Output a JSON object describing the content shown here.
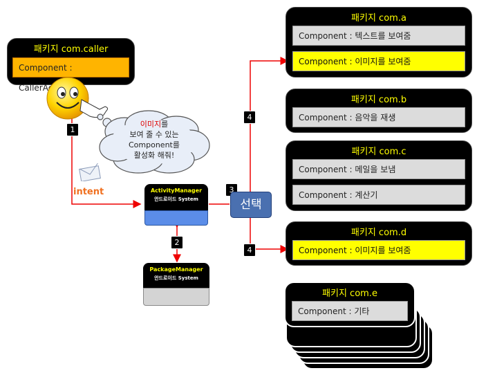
{
  "caller": {
    "package_label": "패키지 com.caller",
    "component_label": "Component : CallerActivity"
  },
  "cloud_text": {
    "line1_red": "이미지",
    "line1_rest": "를",
    "line2": "보여 줄 수 있는",
    "line3": "Component를",
    "line4": "활성화 해줘!"
  },
  "intent_label": "intent",
  "activity_manager": {
    "name": "ActivityManager",
    "system": "안드로이드 System"
  },
  "package_manager": {
    "name": "PackageManager",
    "system": "안드로이드 System"
  },
  "select_label": "선택",
  "badges": {
    "b1": "1",
    "b2": "2",
    "b3": "3",
    "b4a": "4",
    "b4b": "4"
  },
  "packages": [
    {
      "title": "패키지 com.a",
      "components": [
        "Component : 텍스트를 보여줌",
        "Component : 이미지를 보여줌"
      ]
    },
    {
      "title": "패키지 com.b",
      "components": [
        "Component : 음악을 재생"
      ]
    },
    {
      "title": "패키지 com.c",
      "components": [
        "Component : 메일을 보냄",
        "Component : 계산기"
      ]
    },
    {
      "title": "패키지 com.d",
      "components": [
        "Component : 이미지를 보여줌"
      ]
    },
    {
      "title": "패키지 com.e",
      "components": [
        "Component : 기타"
      ]
    }
  ],
  "colors": {
    "arrow": "#ee0000",
    "highlight": "#ffff00",
    "select_box": "#4a70b0"
  }
}
